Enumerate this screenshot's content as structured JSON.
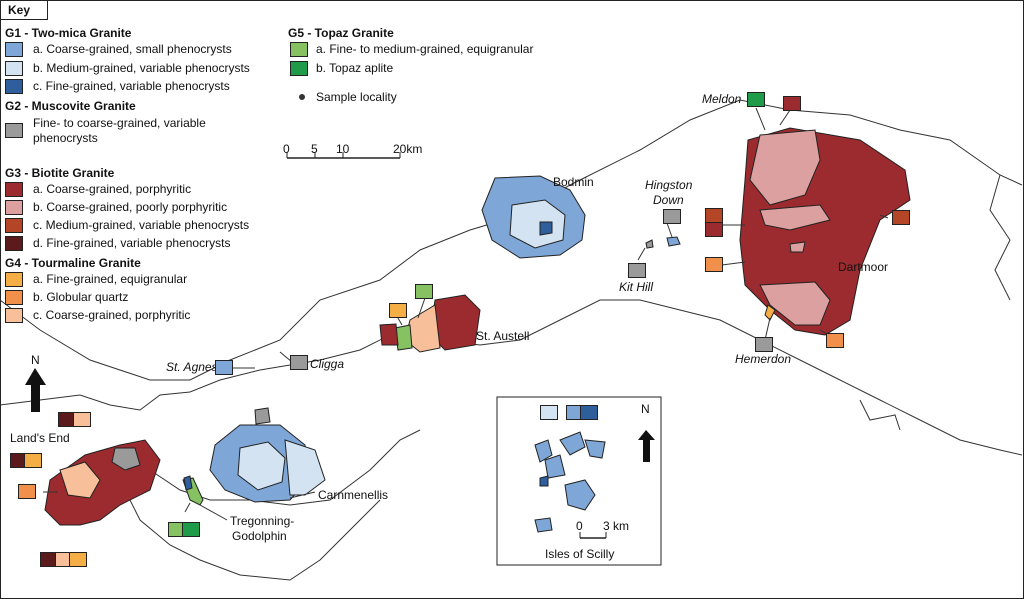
{
  "key": {
    "title": "Key",
    "groups": [
      {
        "heading": "G1 - Two-mica Granite",
        "items": [
          {
            "label": "a. Coarse-grained, small phenocrysts",
            "color": "#7ea6d6"
          },
          {
            "label": "b. Medium-grained, variable phenocrysts",
            "color": "#d3e3f2"
          },
          {
            "label": "c. Fine-grained, variable phenocrysts",
            "color": "#2e5f9c"
          }
        ]
      },
      {
        "heading": "G2 - Muscovite Granite",
        "items": [
          {
            "label": "Fine- to coarse-grained, variable",
            "label2": "phenocrysts",
            "color": "#9a9a9a"
          }
        ]
      },
      {
        "heading": "G3 - Biotite Granite",
        "items": [
          {
            "label": "a. Coarse-grained, porphyritic",
            "color": "#9b2b2e"
          },
          {
            "label": "b. Coarse-grained, poorly porphyritic",
            "color": "#dca0a0"
          },
          {
            "label": "c. Medium-grained, variable phenocrysts",
            "color": "#b44527"
          },
          {
            "label": "d. Fine-grained, variable phenocrysts",
            "color": "#5c1a1c"
          }
        ]
      },
      {
        "heading": "G4 - Tourmaline Granite",
        "items": [
          {
            "label": "a. Fine-grained, equigranular",
            "color": "#f5ad45"
          },
          {
            "label": "b. Globular quartz",
            "color": "#f1904a"
          },
          {
            "label": "c. Coarse-grained, porphyritic",
            "color": "#f8c09a"
          }
        ]
      },
      {
        "heading": "G5 - Topaz Granite",
        "items": [
          {
            "label": "a. Fine- to medium-grained, equigranular",
            "color": "#86c262"
          },
          {
            "label": "b. Topaz aplite",
            "color": "#1f9b4a"
          }
        ]
      }
    ],
    "sample_locality": "Sample locality"
  },
  "scale_bar": {
    "ticks": [
      "0",
      "5",
      "10",
      "20km"
    ]
  },
  "inset_scale": {
    "zero": "0",
    "end": "3 km"
  },
  "north": "N",
  "places": {
    "bodmin": "Bodmin",
    "hingston1": "Hingston",
    "hingston2": "Down",
    "meldon": "Meldon",
    "dartmoor": "Dartmoor",
    "kit_hill": "Kit Hill",
    "hemerdon": "Hemerdon",
    "st_austell": "St. Austell",
    "st_agnes": "St. Agnes",
    "cligga": "Cligga",
    "lands_end": "Land's End",
    "carnmenellis": "Carnmenellis",
    "tregonning1": "Tregonning-",
    "tregonning2": "Godolphin",
    "scilly": "Isles of Scilly"
  }
}
